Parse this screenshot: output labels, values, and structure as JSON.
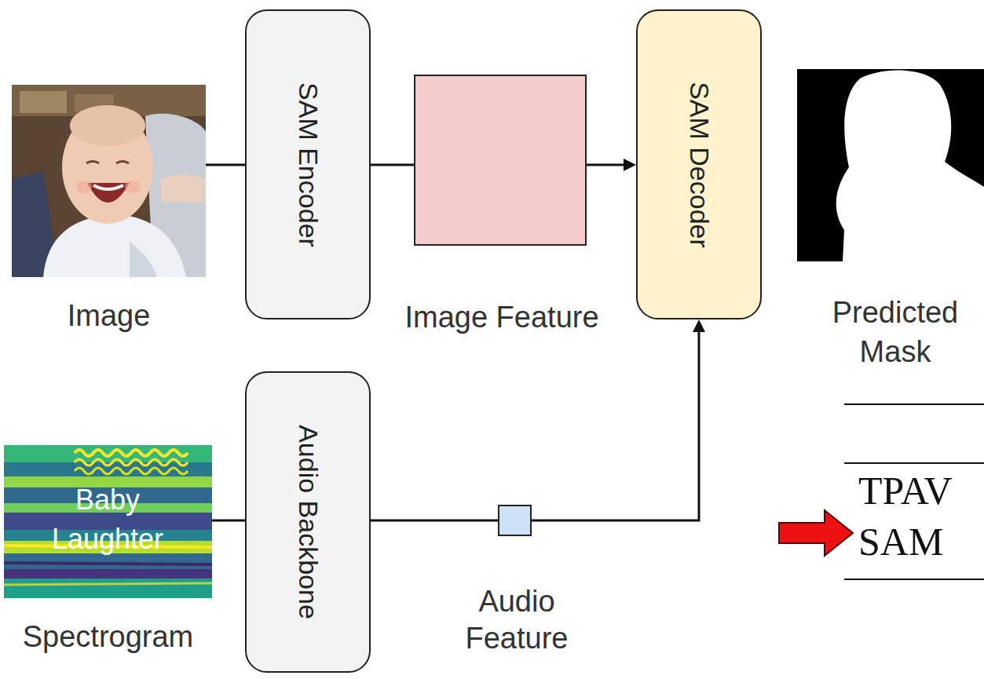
{
  "diagram": {
    "nodes": [
      {
        "text": [
          "Image"
        ]
      },
      {
        "text": [
          "SAM Encoder"
        ]
      },
      {
        "text": [
          "Image Feature"
        ]
      },
      {
        "text": [
          "SAM Decoder"
        ]
      },
      {
        "text": [
          "Predicted Mask"
        ]
      },
      {
        "text": [
          "Baby Laughter",
          "Spectrogram"
        ]
      },
      {
        "text": [
          "Audio Backbone"
        ]
      },
      {
        "text": [
          "Audio Feature"
        ]
      }
    ],
    "edges": [
      {
        "from": 0,
        "to": 1,
        "arrow": "none"
      },
      {
        "from": 1,
        "to": 2,
        "arrow": "none"
      },
      {
        "from": 2,
        "to": 3,
        "arrow": "to"
      },
      {
        "from": 5,
        "to": 6,
        "arrow": "none"
      },
      {
        "from": 6,
        "to": 7,
        "arrow": "none"
      },
      {
        "from": 7,
        "to": 3,
        "arrow": "to"
      }
    ],
    "labels": [
      "TPAV",
      "SAM"
    ]
  }
}
